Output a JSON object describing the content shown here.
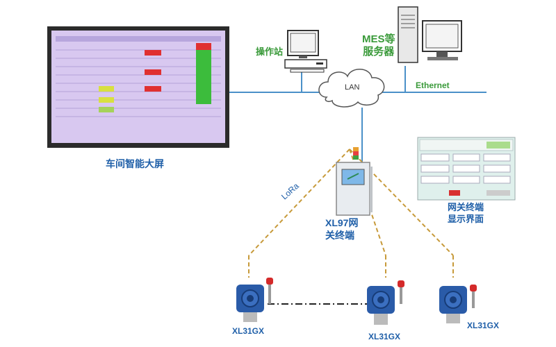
{
  "labels": {
    "workstation": "操作站",
    "mes_line1": "MES等",
    "mes_line2": "服务器",
    "lan": "LAN",
    "ethernet": "Ethernet",
    "big_screen": "车间智能大屏",
    "lora": "LoRa",
    "gateway_line1": "XL97网",
    "gateway_line2": "关终端",
    "gw_ui_line1": "网关终端",
    "gw_ui_line2": "显示界面",
    "detector_1": "XL31GX",
    "detector_2": "XL31GX",
    "detector_3": "XL31GX"
  },
  "colors": {
    "network_line": "#4a90c8",
    "lora_line": "#c79a3a",
    "label_blue": "#1f5fa8",
    "label_green": "#3a9a3a",
    "detector_body": "#2a5ba8",
    "beacon_red": "#d42a2a",
    "screen_purple": "#d8c8f0"
  }
}
